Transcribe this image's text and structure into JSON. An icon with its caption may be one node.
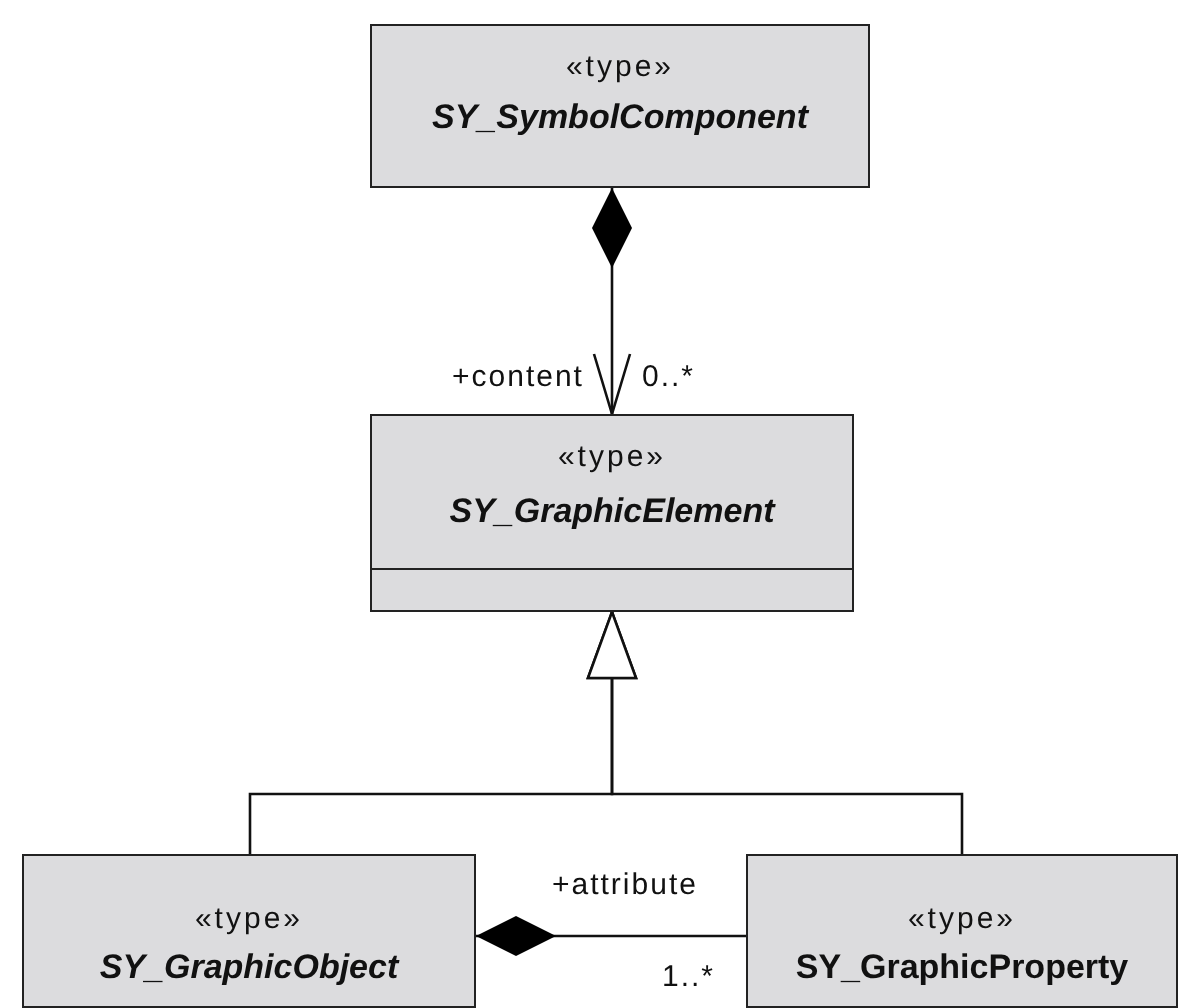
{
  "diagram": {
    "nodes": [
      {
        "text": [
          "«type»",
          "SY_SymbolComponent"
        ]
      },
      {
        "text": [
          "«type»",
          "SY_GraphicElement"
        ]
      },
      {
        "text": [
          "«type»",
          "SY_GraphicObject"
        ]
      },
      {
        "text": [
          "«type»",
          "SY_GraphicProperty"
        ]
      }
    ],
    "edges": [
      {
        "from": 0,
        "to": 1,
        "arrow": "to"
      },
      {
        "from": 2,
        "to": 1,
        "arrow": "to"
      },
      {
        "from": 3,
        "to": 1,
        "arrow": "to"
      },
      {
        "from": 3,
        "to": 2,
        "arrow": "other"
      }
    ],
    "labels": [
      "+content",
      "0..*",
      "+attribute",
      "1..*"
    ]
  }
}
